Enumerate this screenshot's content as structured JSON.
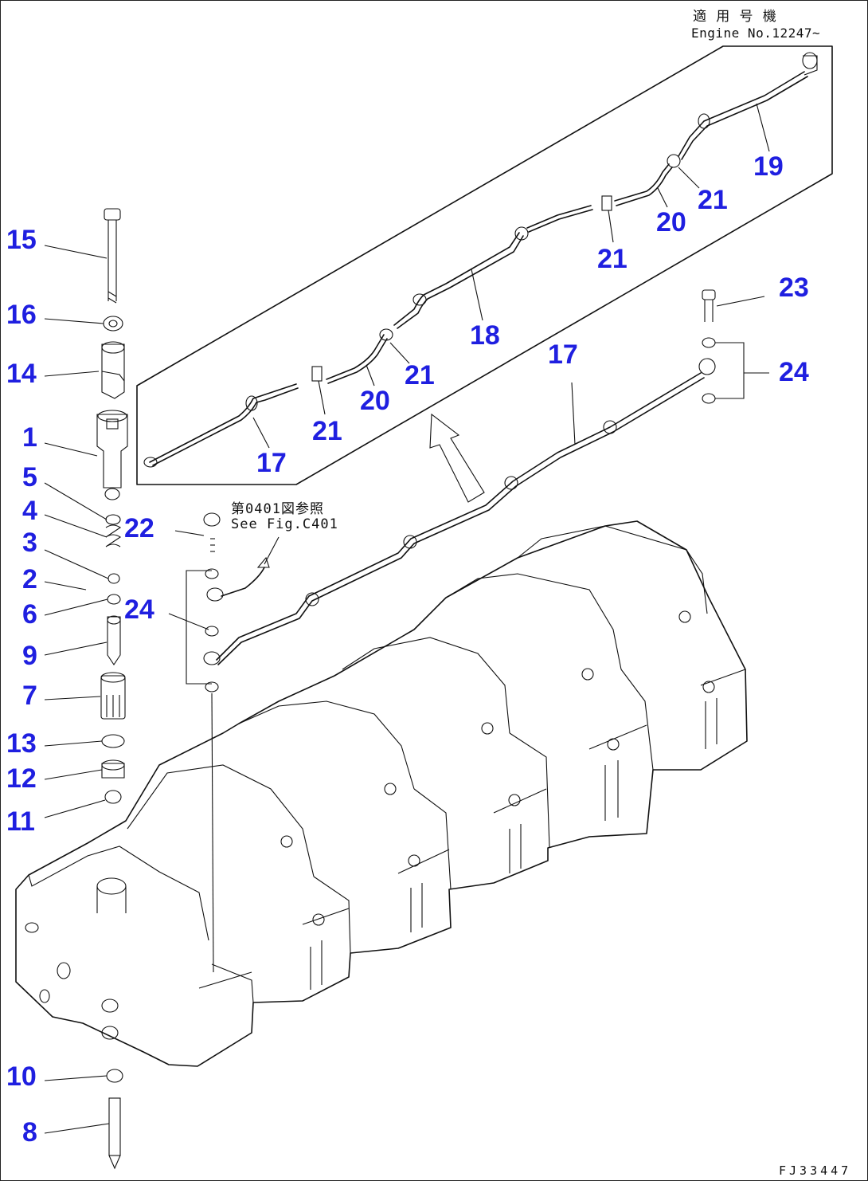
{
  "notes": {
    "applicable_jp": "適 用 号 機",
    "applicable_en": "Engine No.12247~",
    "see_fig_jp": "第0401図参照",
    "see_fig_en": "See Fig.C401"
  },
  "figure_code": "FJ33447",
  "callouts": [
    {
      "id": "c15",
      "text": "15"
    },
    {
      "id": "c16",
      "text": "16"
    },
    {
      "id": "c14",
      "text": "14"
    },
    {
      "id": "c1",
      "text": "1"
    },
    {
      "id": "c5",
      "text": "5"
    },
    {
      "id": "c4",
      "text": "4"
    },
    {
      "id": "c3",
      "text": "3"
    },
    {
      "id": "c2",
      "text": "2"
    },
    {
      "id": "c6",
      "text": "6"
    },
    {
      "id": "c9",
      "text": "9"
    },
    {
      "id": "c7",
      "text": "7"
    },
    {
      "id": "c13",
      "text": "13"
    },
    {
      "id": "c12",
      "text": "12"
    },
    {
      "id": "c11",
      "text": "11"
    },
    {
      "id": "c10",
      "text": "10"
    },
    {
      "id": "c8",
      "text": "8"
    },
    {
      "id": "c22",
      "text": "22"
    },
    {
      "id": "c24a",
      "text": "24"
    },
    {
      "id": "c17a",
      "text": "17"
    },
    {
      "id": "c21a",
      "text": "21"
    },
    {
      "id": "c20a",
      "text": "20"
    },
    {
      "id": "c21b",
      "text": "21"
    },
    {
      "id": "c18",
      "text": "18"
    },
    {
      "id": "c21c",
      "text": "21"
    },
    {
      "id": "c20b",
      "text": "20"
    },
    {
      "id": "c21d",
      "text": "21"
    },
    {
      "id": "c19",
      "text": "19"
    },
    {
      "id": "c23",
      "text": "23"
    },
    {
      "id": "c24b",
      "text": "24"
    },
    {
      "id": "c17b",
      "text": "17"
    }
  ],
  "colors": {
    "callout": "#1f1fe0",
    "line": "#111111"
  }
}
